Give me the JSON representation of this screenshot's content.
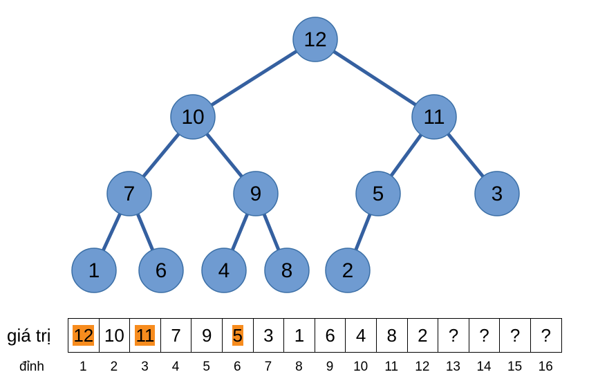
{
  "tree": {
    "nodes": [
      {
        "id": 1,
        "value": "12"
      },
      {
        "id": 2,
        "value": "10"
      },
      {
        "id": 3,
        "value": "11"
      },
      {
        "id": 4,
        "value": "7"
      },
      {
        "id": 5,
        "value": "9"
      },
      {
        "id": 6,
        "value": "5"
      },
      {
        "id": 7,
        "value": "3"
      },
      {
        "id": 8,
        "value": "1"
      },
      {
        "id": 9,
        "value": "6"
      },
      {
        "id": 10,
        "value": "4"
      },
      {
        "id": 11,
        "value": "8"
      },
      {
        "id": 12,
        "value": "2"
      }
    ],
    "edges": [
      [
        1,
        2
      ],
      [
        1,
        3
      ],
      [
        2,
        4
      ],
      [
        2,
        5
      ],
      [
        3,
        6
      ],
      [
        3,
        7
      ],
      [
        4,
        8
      ],
      [
        4,
        9
      ],
      [
        5,
        10
      ],
      [
        5,
        11
      ],
      [
        6,
        12
      ]
    ],
    "node_color": "#6f9bd1",
    "edge_color": "#3560a0"
  },
  "array": {
    "value_label": "giá trị",
    "index_label": "đỉnh",
    "highlight_color": "#f78c1e",
    "cells": [
      {
        "value": "12",
        "index": "1",
        "highlight": true
      },
      {
        "value": "10",
        "index": "2",
        "highlight": false
      },
      {
        "value": "11",
        "index": "3",
        "highlight": true
      },
      {
        "value": "7",
        "index": "4",
        "highlight": false
      },
      {
        "value": "9",
        "index": "5",
        "highlight": false
      },
      {
        "value": "5",
        "index": "6",
        "highlight": true
      },
      {
        "value": "3",
        "index": "7",
        "highlight": false
      },
      {
        "value": "1",
        "index": "8",
        "highlight": false
      },
      {
        "value": "6",
        "index": "9",
        "highlight": false
      },
      {
        "value": "4",
        "index": "10",
        "highlight": false
      },
      {
        "value": "8",
        "index": "11",
        "highlight": false
      },
      {
        "value": "2",
        "index": "12",
        "highlight": false
      },
      {
        "value": "?",
        "index": "13",
        "highlight": false
      },
      {
        "value": "?",
        "index": "14",
        "highlight": false
      },
      {
        "value": "?",
        "index": "15",
        "highlight": false
      },
      {
        "value": "?",
        "index": "16",
        "highlight": false
      }
    ]
  }
}
